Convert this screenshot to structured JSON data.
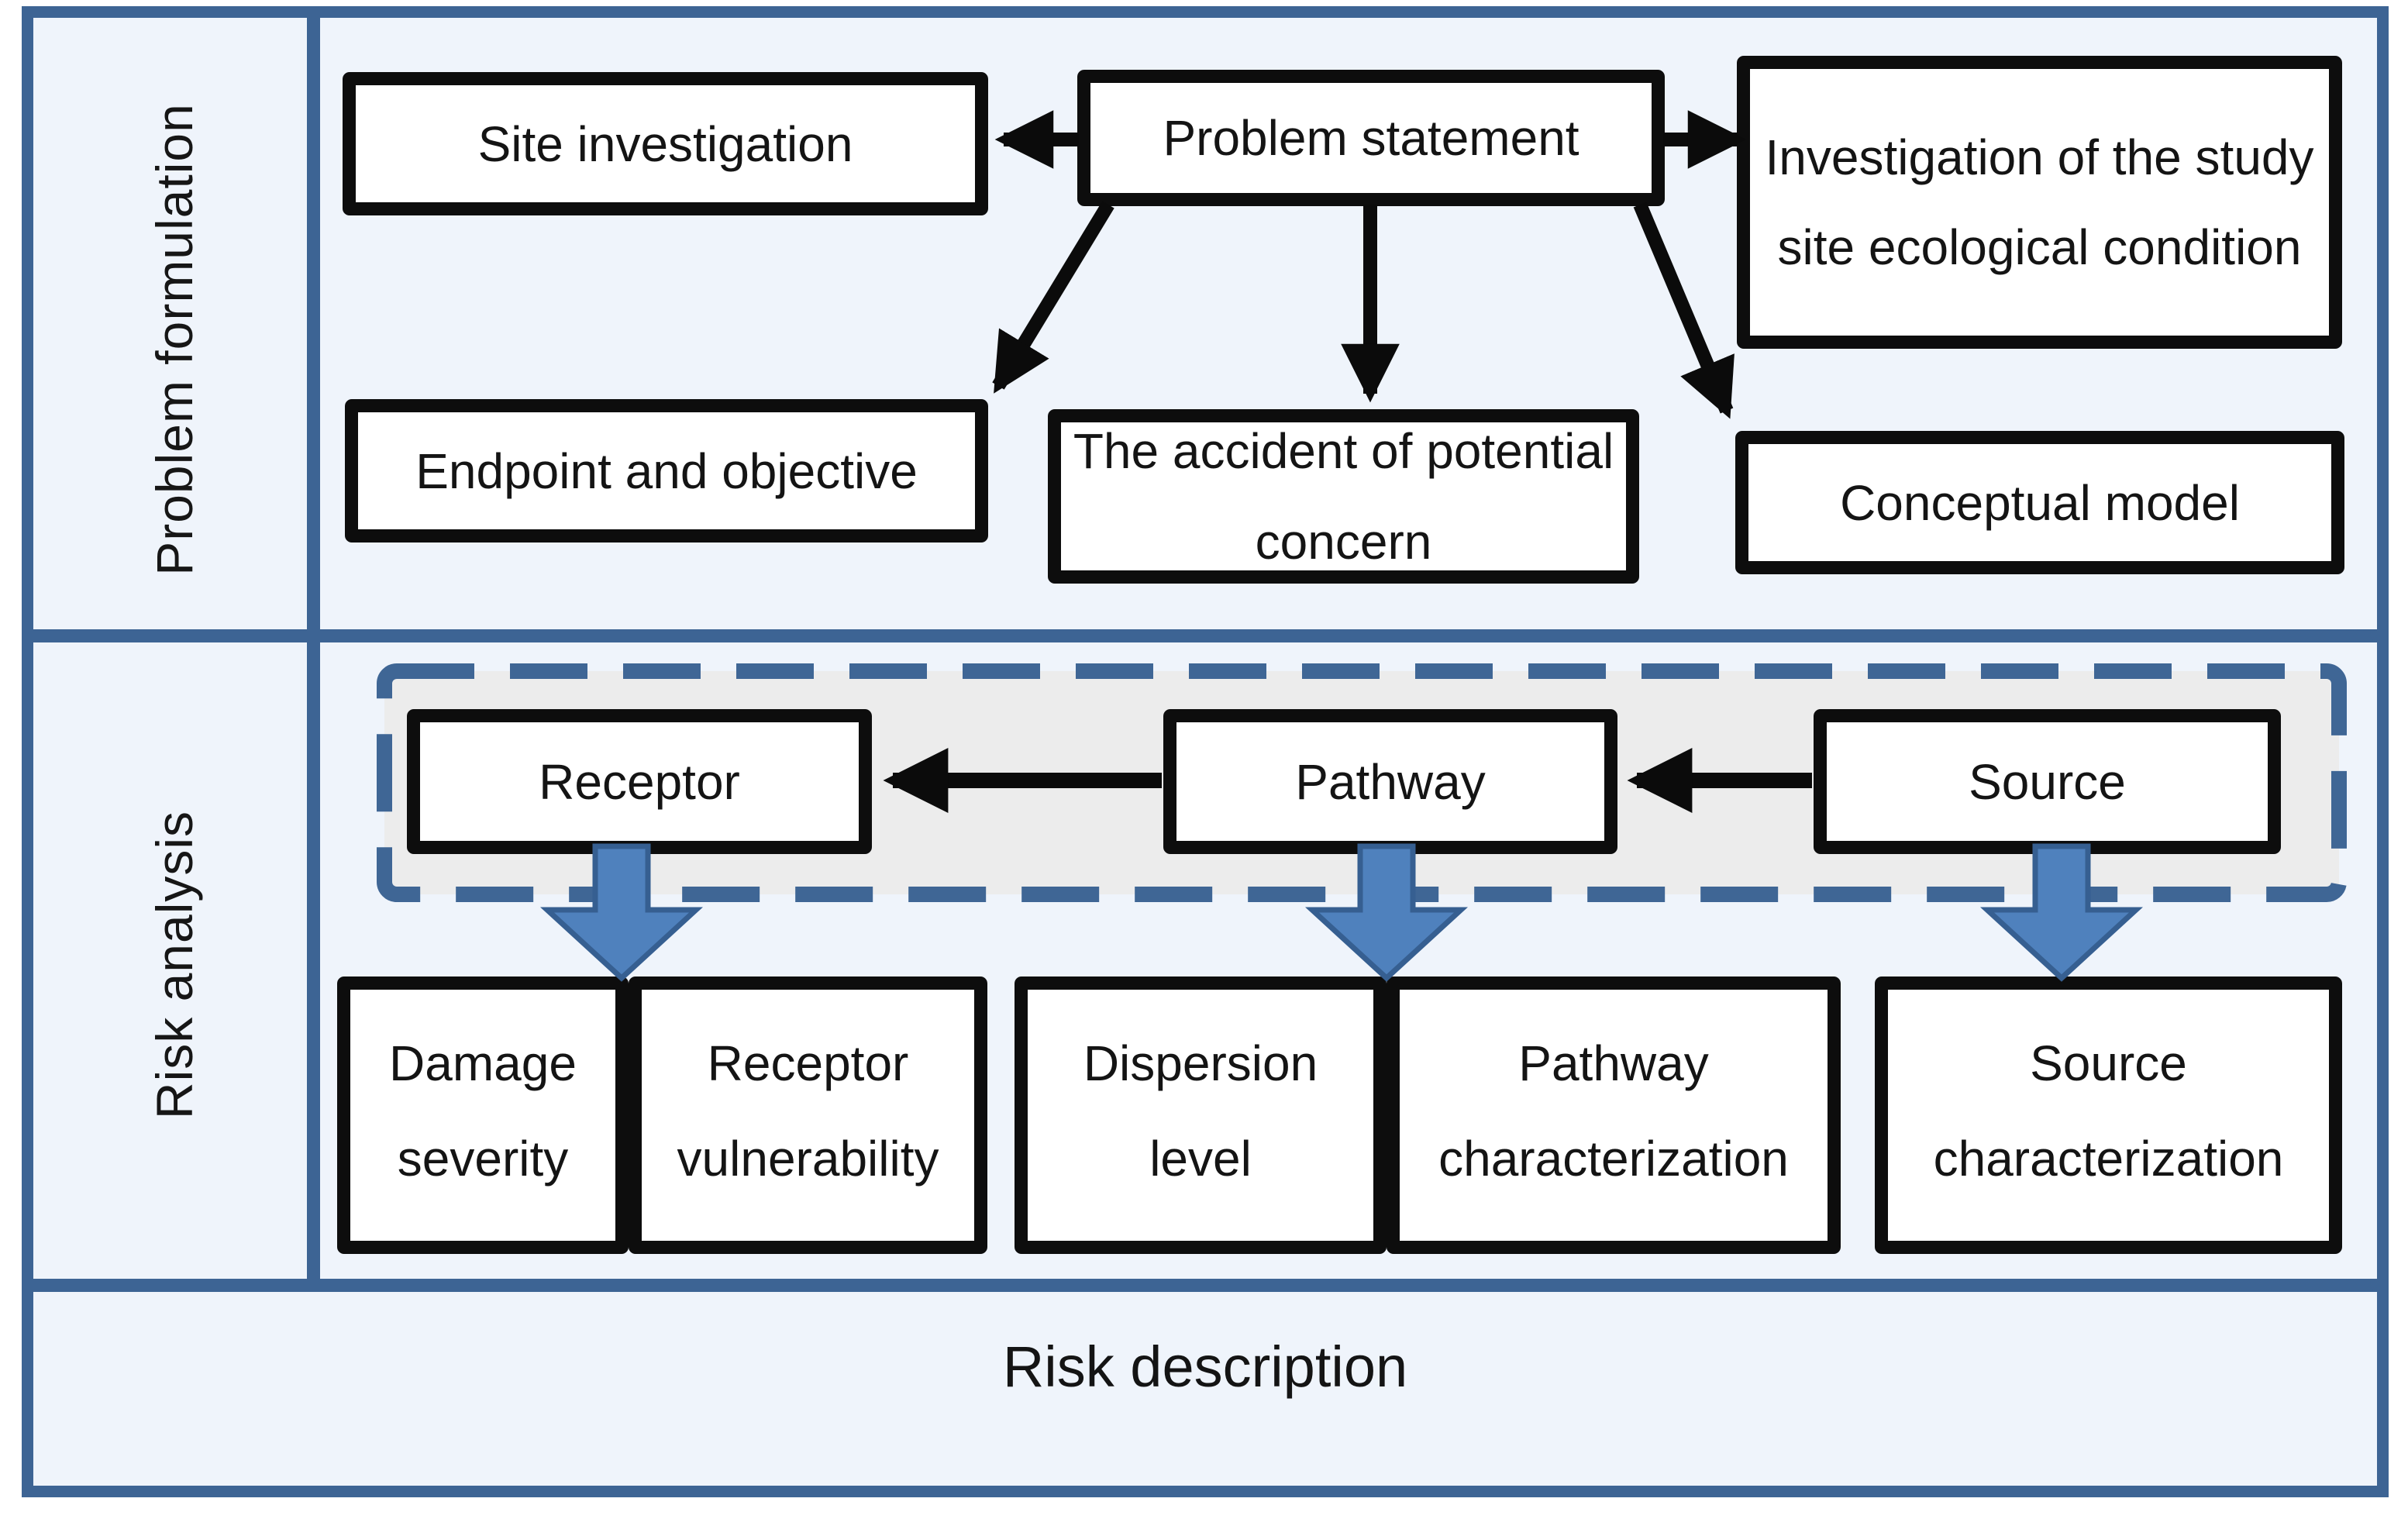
{
  "diagram": {
    "title_none": "",
    "sections": {
      "problem_formulation": {
        "label": "Problem formulation"
      },
      "risk_analysis": {
        "label": "Risk analysis"
      },
      "risk_description": {
        "label": "Risk description"
      }
    },
    "nodes": {
      "site_investigation": "Site investigation",
      "problem_statement": "Problem statement",
      "investigation_site_condition": "Investigation of the study site ecological condition",
      "endpoint_objective": "Endpoint and objective",
      "accident_concern": "The accident of potential concern",
      "conceptual_model": "Conceptual model",
      "receptor": "Receptor",
      "pathway": "Pathway",
      "source": "Source",
      "damage_severity": "Damage severity",
      "receptor_vulnerability": "Receptor vulnerability",
      "dispersion_level": "Dispersion level",
      "pathway_characterization": "Pathway characterization",
      "source_characterization": "Source characterization"
    },
    "edges": [
      {
        "from": "problem_statement",
        "to": "site_investigation"
      },
      {
        "from": "problem_statement",
        "to": "investigation_site_condition"
      },
      {
        "from": "problem_statement",
        "to": "endpoint_objective"
      },
      {
        "from": "problem_statement",
        "to": "accident_concern"
      },
      {
        "from": "problem_statement",
        "to": "conceptual_model"
      },
      {
        "from": "source",
        "to": "pathway"
      },
      {
        "from": "pathway",
        "to": "receptor"
      },
      {
        "from": "receptor",
        "to": "damage_severity_receptor_vulnerability",
        "style": "block-arrow"
      },
      {
        "from": "pathway",
        "to": "dispersion_level_pathway_characterization",
        "style": "block-arrow"
      },
      {
        "from": "source",
        "to": "source_characterization",
        "style": "block-arrow"
      }
    ],
    "colors": {
      "frame_blue": "#3d6494",
      "section_bg": "#eff4fb",
      "dashed_box_fill": "#ececec",
      "dashed_box_border": "#3f6695",
      "node_border": "#0d0d0d",
      "node_bg": "#ffffff",
      "black_arrow": "#0b0b0b",
      "block_arrow_fill": "#4f81bd",
      "block_arrow_edge": "#365f91",
      "text": "#141414",
      "page_bg": "#ffffff"
    }
  }
}
